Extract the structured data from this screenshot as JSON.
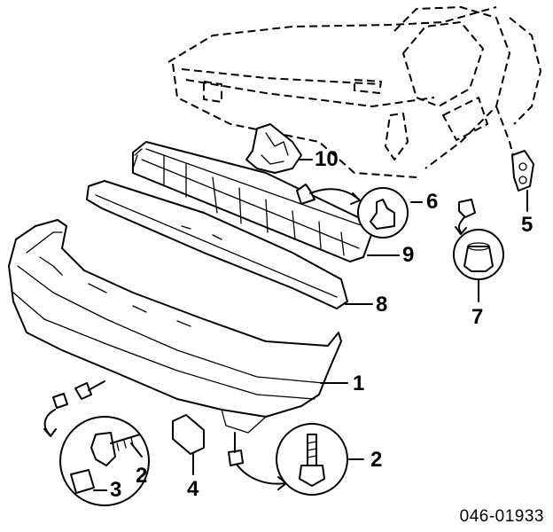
{
  "callouts": {
    "c1": "1",
    "c2a": "2",
    "c2b": "2",
    "c3": "3",
    "c4": "4",
    "c5": "5",
    "c6": "6",
    "c7": "7",
    "c8": "8",
    "c9": "9",
    "c10": "10"
  },
  "reference_code": "046-01933"
}
